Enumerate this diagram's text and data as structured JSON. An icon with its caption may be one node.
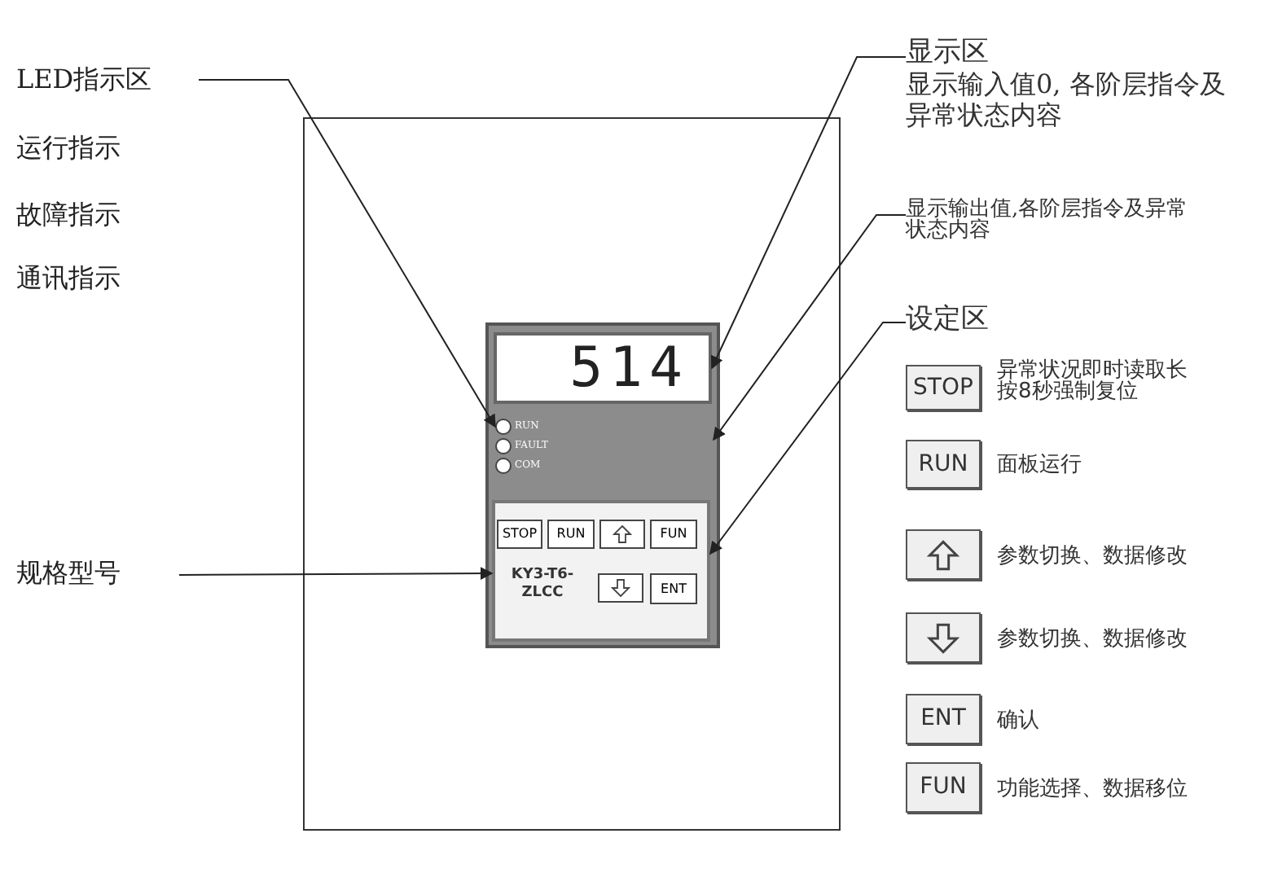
{
  "diagram": {
    "nodes": [
      {
        "text": [
          "LED指示区"
        ]
      },
      {
        "text": [
          "规格型号"
        ]
      },
      {
        "text": [
          "显示区",
          "显示输入值0, 各阶层指令及异常状态内容"
        ]
      },
      {
        "text": [
          "显示输出值,各阶层指令及异常状态内容"
        ]
      },
      {
        "text": [
          "设定区"
        ]
      },
      {
        "text": [],
        "shape": "box"
      },
      {
        "text": [],
        "shape": "box",
        "in": 5
      },
      {
        "text": [
          "514"
        ],
        "in": 6
      },
      {
        "text": [],
        "shape": "box",
        "in": 6
      },
      {
        "text": [
          "RUN"
        ],
        "in": 8
      },
      {
        "text": [
          "FAULT"
        ],
        "in": 8
      },
      {
        "text": [
          "COM"
        ],
        "in": 8
      },
      {
        "text": [],
        "shape": "box",
        "in": 6
      },
      {
        "text": [
          "STOP"
        ],
        "in": 12
      },
      {
        "text": [
          "RUN"
        ],
        "in": 12
      },
      {
        "text": [],
        "shape": "box",
        "in": 12
      },
      {
        "text": [
          "FUN"
        ],
        "in": 12
      },
      {
        "text": [
          "KY3-T6- ZLCC"
        ],
        "in": 12
      },
      {
        "text": [],
        "shape": "box",
        "in": 12
      },
      {
        "text": [
          "ENT"
        ],
        "in": 12
      },
      {
        "text": [
          "STOP"
        ],
        "beside": [
          "异常状况即时读取长按8秒强制复位"
        ]
      },
      {
        "text": [
          "RUN"
        ],
        "beside": [
          "面板运行"
        ]
      },
      {
        "text": [],
        "shape": "box",
        "beside": [
          "参数切换、数据修改"
        ]
      },
      {
        "text": [],
        "shape": "box",
        "beside": [
          "参数切换、数据修改"
        ]
      },
      {
        "text": [
          "ENT"
        ],
        "beside": [
          "确认"
        ]
      },
      {
        "text": [
          "FUN"
        ],
        "beside": [
          "功能选择、数据移位"
        ]
      }
    ],
    "edges": [
      {
        "from": 0,
        "to": 9,
        "arrow": "to"
      },
      {
        "from": 1,
        "to": 12,
        "arrow": "to"
      },
      {
        "from": 2,
        "to": 7,
        "arrow": "to"
      },
      {
        "from": 3,
        "to": 8,
        "arrow": "to"
      },
      {
        "from": 4,
        "to": 12,
        "arrow": "to"
      }
    ],
    "labels": [
      "运行指示",
      "故障指示",
      "通讯指示"
    ]
  }
}
